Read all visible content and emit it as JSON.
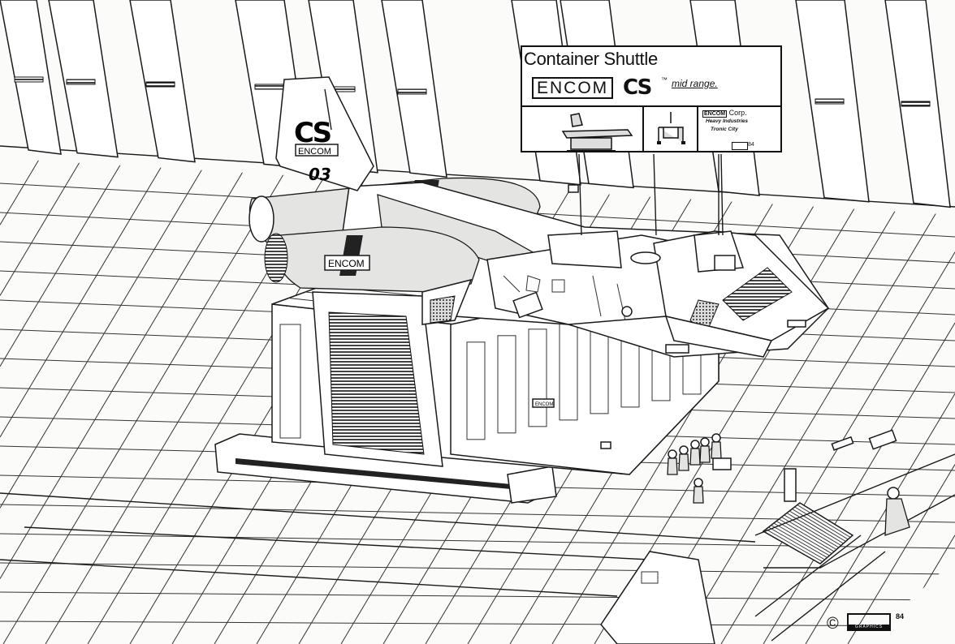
{
  "sign": {
    "title": "Container Shuttle",
    "brand": "ENCOM",
    "model": "CS",
    "trademark": "™",
    "class": "mid range.",
    "corp_brand": "ENCOM",
    "corp": "Corp.",
    "division": "Heavy Industries",
    "city": "Tronic City",
    "year": "84"
  },
  "tail": {
    "logo": "CS",
    "brand": "ENCOM",
    "number": "03"
  },
  "hull": {
    "brand": "ENCOM"
  },
  "container": {
    "brand": "ENCOM"
  },
  "credit": {
    "copyright": "©",
    "studio": "GRAPHICS",
    "year": "84"
  }
}
